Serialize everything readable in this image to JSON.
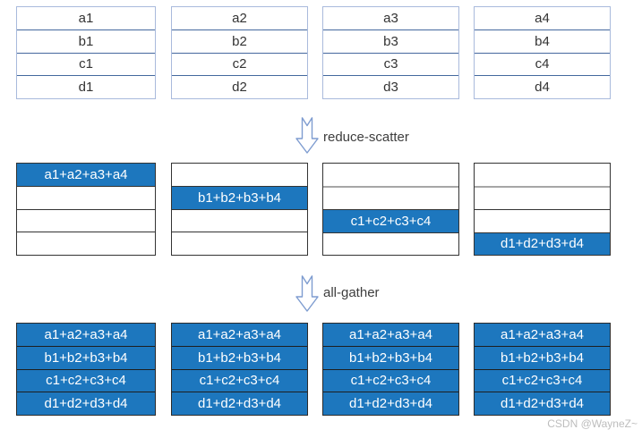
{
  "colors": {
    "highlight_blue": "#1D77BE",
    "top_table_outer_border": "#A9BADC",
    "top_table_inner_border": "#44689E",
    "dark_border": "#333333",
    "arrow_outline": "#7E9CD0",
    "step_label_text": "#3D3D3D",
    "watermark_text": "#BDBDBD"
  },
  "top_tables": [
    {
      "cells": [
        "a1",
        "b1",
        "c1",
        "d1"
      ]
    },
    {
      "cells": [
        "a2",
        "b2",
        "c2",
        "d2"
      ]
    },
    {
      "cells": [
        "a3",
        "b3",
        "c3",
        "d3"
      ]
    },
    {
      "cells": [
        "a4",
        "b4",
        "c4",
        "d4"
      ]
    }
  ],
  "steps": [
    {
      "label": "reduce-scatter",
      "icon": "down-arrow-icon"
    },
    {
      "label": "all-gather",
      "icon": "down-arrow-icon"
    }
  ],
  "middle_tables": [
    {
      "highlight_row": 1,
      "value": "a1+a2+a3+a4"
    },
    {
      "highlight_row": 2,
      "value": "b1+b2+b3+b4"
    },
    {
      "highlight_row": 3,
      "value": "c1+c2+c3+c4"
    },
    {
      "highlight_row": 4,
      "value": "d1+d2+d3+d4"
    }
  ],
  "bottom_tables": [
    {
      "cells": [
        "a1+a2+a3+a4",
        "b1+b2+b3+b4",
        "c1+c2+c3+c4",
        "d1+d2+d3+d4"
      ]
    },
    {
      "cells": [
        "a1+a2+a3+a4",
        "b1+b2+b3+b4",
        "c1+c2+c3+c4",
        "d1+d2+d3+d4"
      ]
    },
    {
      "cells": [
        "a1+a2+a3+a4",
        "b1+b2+b3+b4",
        "c1+c2+c3+c4",
        "d1+d2+d3+d4"
      ]
    },
    {
      "cells": [
        "a1+a2+a3+a4",
        "b1+b2+b3+b4",
        "c1+c2+c3+c4",
        "d1+d2+d3+d4"
      ]
    }
  ],
  "watermark": "CSDN @WayneZ~"
}
